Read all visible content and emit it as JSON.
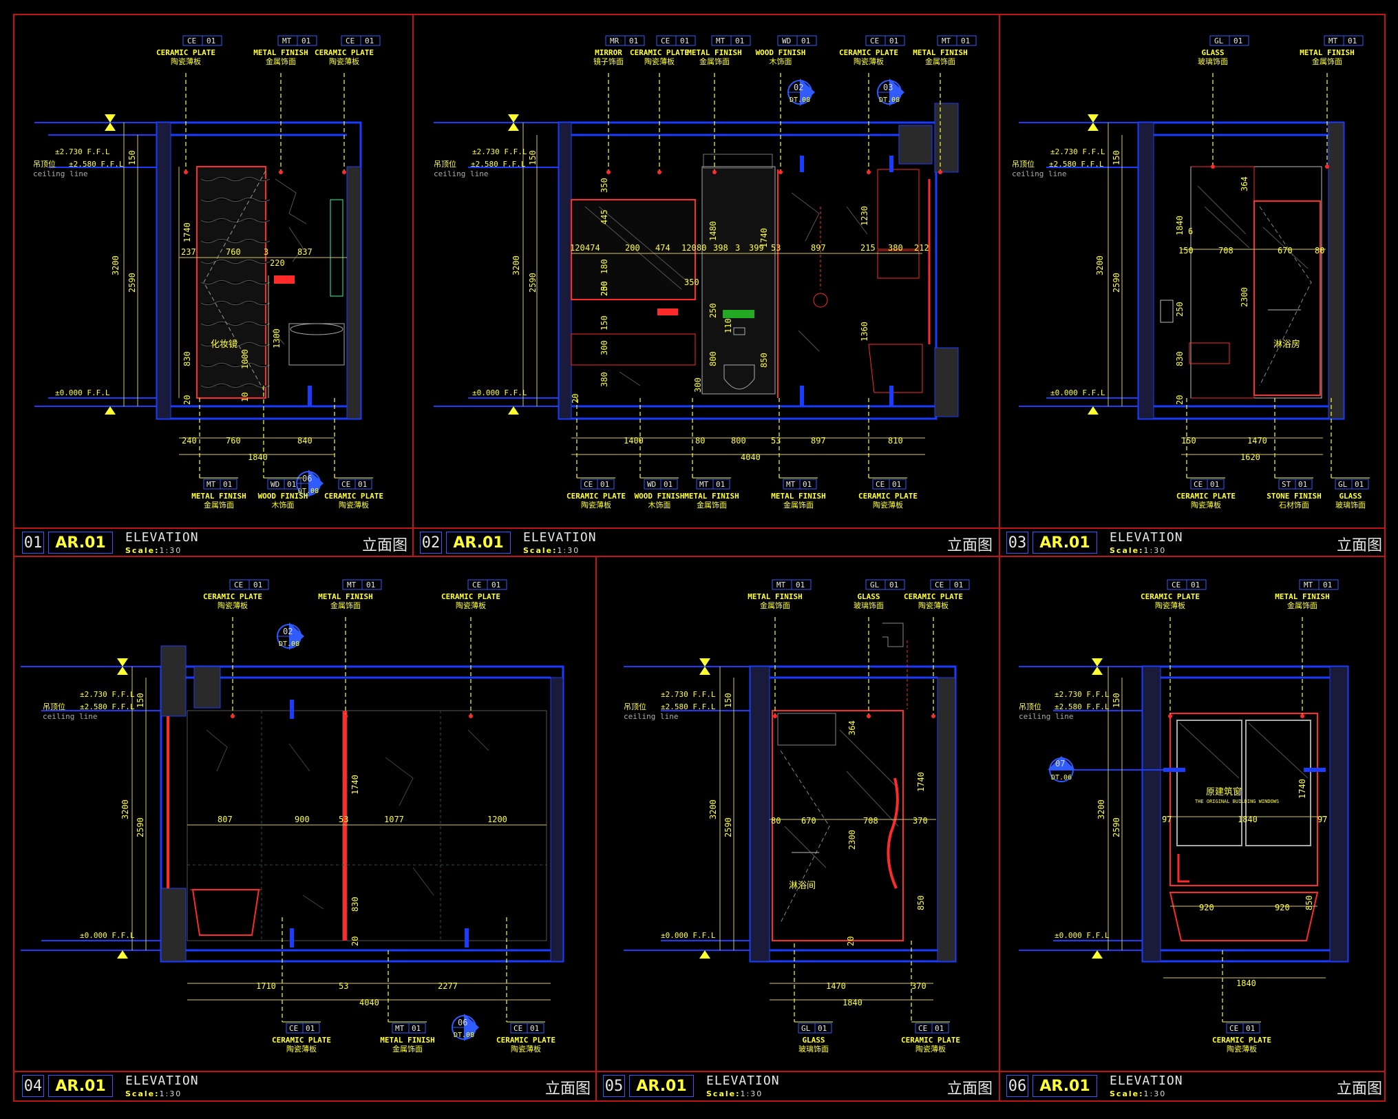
{
  "colors": {
    "frame": "#c01515",
    "wall": "#1a3cff",
    "dim": "#d8c85a",
    "tag": "#ffff33",
    "red": "#ff2a2a",
    "text": "#e8e8e8"
  },
  "common": {
    "elevation": "ELEVATION",
    "scale_label": "Scale:",
    "scale_value": "1:30",
    "title_cn": "立面图",
    "ceiling_cn": "吊顶位",
    "ceiling_line": "ceiling line",
    "lvl_top": "±2.730 F.F.L",
    "lvl_ceil": "±2.580 F.F.L",
    "lvl_floor": "±0.000 F.F.L"
  },
  "panels": [
    {
      "num": "01",
      "code": "AR.01",
      "tags_top": [
        {
          "code": "CE",
          "no": "01",
          "en": "CERAMIC PLATE",
          "cn": "陶瓷薄板"
        },
        {
          "code": "MT",
          "no": "01",
          "en": "METAL FINISH",
          "cn": "金属饰面"
        },
        {
          "code": "CE",
          "no": "01",
          "en": "CERAMIC PLATE",
          "cn": "陶瓷薄板"
        }
      ],
      "tags_bottom": [
        {
          "code": "MT",
          "no": "01",
          "en": "METAL FINISH",
          "cn": "金属饰面"
        },
        {
          "code": "WD",
          "no": "01",
          "en": "WOOD FINISH",
          "cn": "木饰面"
        },
        {
          "code": "CE",
          "no": "01",
          "en": "CERAMIC PLATE",
          "cn": "陶瓷薄板"
        }
      ],
      "callout": {
        "no": "06",
        "ref": "DT.08"
      },
      "dims_h": [
        "237",
        "760",
        "3",
        "837",
        "220"
      ],
      "dims_bottom": [
        "240",
        "760",
        "840"
      ],
      "total": "1840",
      "dims_v": [
        "150",
        "1740",
        "830",
        "3200",
        "2590",
        "1300",
        "1000",
        "10",
        "20"
      ],
      "room_label": "化妆镜"
    },
    {
      "num": "02",
      "code": "AR.01",
      "tags_top": [
        {
          "code": "MR",
          "no": "01",
          "en": "MIRROR",
          "cn": "镜子饰面"
        },
        {
          "code": "CE",
          "no": "01",
          "en": "CERAMIC PLATE",
          "cn": "陶瓷薄板"
        },
        {
          "code": "MT",
          "no": "01",
          "en": "METAL FINISH",
          "cn": "金属饰面"
        },
        {
          "code": "WD",
          "no": "01",
          "en": "WOOD FINISH",
          "cn": "木饰面"
        },
        {
          "code": "CE",
          "no": "01",
          "en": "CERAMIC PLATE",
          "cn": "陶瓷薄板"
        },
        {
          "code": "MT",
          "no": "01",
          "en": "METAL FINISH",
          "cn": "金属饰面"
        }
      ],
      "tags_bottom": [
        {
          "code": "CE",
          "no": "01",
          "en": "CERAMIC PLATE",
          "cn": "陶瓷薄板"
        },
        {
          "code": "WD",
          "no": "01",
          "en": "WOOD FINISH",
          "cn": "木饰面"
        },
        {
          "code": "MT",
          "no": "01",
          "en": "METAL FINISH",
          "cn": "金属饰面"
        },
        {
          "code": "MT",
          "no": "01",
          "en": "METAL FINISH",
          "cn": "金属饰面"
        },
        {
          "code": "CE",
          "no": "01",
          "en": "CERAMIC PLATE",
          "cn": "陶瓷薄板"
        }
      ],
      "callouts": [
        {
          "no": "02",
          "ref": "DT.08"
        },
        {
          "no": "03",
          "ref": "DT.08"
        }
      ],
      "dims_h": [
        "120",
        "474",
        "200",
        "474",
        "120",
        "80",
        "398",
        "3",
        "399",
        "53",
        "897",
        "215",
        "380",
        "212"
      ],
      "dims_bottom": [
        "1400",
        "80",
        "800",
        "53",
        "897",
        "810"
      ],
      "total": "4040",
      "dims_v": [
        "150",
        "350",
        "445",
        "250",
        "180",
        "200",
        "150",
        "300",
        "380",
        "20",
        "3200",
        "2590",
        "1480",
        "250",
        "110",
        "800",
        "300",
        "1740",
        "850",
        "1230",
        "1360",
        "350"
      ]
    },
    {
      "num": "03",
      "code": "AR.01",
      "tags_top": [
        {
          "code": "GL",
          "no": "01",
          "en": "GLASS",
          "cn": "玻璃饰面"
        },
        {
          "code": "MT",
          "no": "01",
          "en": "METAL FINISH",
          "cn": "金属饰面"
        }
      ],
      "tags_bottom": [
        {
          "code": "CE",
          "no": "01",
          "en": "CERAMIC PLATE",
          "cn": "陶瓷薄板"
        },
        {
          "code": "ST",
          "no": "01",
          "en": "STONE FINISH",
          "cn": "石材饰面"
        },
        {
          "code": "GL",
          "no": "01",
          "en": "GLASS",
          "cn": "玻璃饰面"
        }
      ],
      "dims_h": [
        "150",
        "708",
        "670",
        "80"
      ],
      "dims_bottom": [
        "150",
        "1470"
      ],
      "total": "1620",
      "dims_v": [
        "150",
        "1840",
        "6",
        "364",
        "3200",
        "2590",
        "250",
        "830",
        "2300",
        "20"
      ],
      "room_label": "淋浴房"
    },
    {
      "num": "04",
      "code": "AR.01",
      "tags_top": [
        {
          "code": "CE",
          "no": "01",
          "en": "CERAMIC PLATE",
          "cn": "陶瓷薄板"
        },
        {
          "code": "MT",
          "no": "01",
          "en": "METAL FINISH",
          "cn": "金属饰面"
        },
        {
          "code": "CE",
          "no": "01",
          "en": "CERAMIC PLATE",
          "cn": "陶瓷薄板"
        }
      ],
      "tags_bottom": [
        {
          "code": "CE",
          "no": "01",
          "en": "CERAMIC PLATE",
          "cn": "陶瓷薄板"
        },
        {
          "code": "MT",
          "no": "01",
          "en": "METAL FINISH",
          "cn": "金属饰面"
        },
        {
          "code": "CE",
          "no": "01",
          "en": "CERAMIC PLATE",
          "cn": "陶瓷薄板"
        }
      ],
      "callouts": [
        {
          "no": "02",
          "ref": "DT.08"
        },
        {
          "no": "06",
          "ref": "DT.08"
        }
      ],
      "dims_h": [
        "807",
        "900",
        "53",
        "1077",
        "1200"
      ],
      "dims_bottom": [
        "1710",
        "53",
        "2277"
      ],
      "total": "4040",
      "dims_v": [
        "150",
        "3200",
        "2590",
        "1740",
        "830",
        "20"
      ]
    },
    {
      "num": "05",
      "code": "AR.01",
      "tags_top": [
        {
          "code": "MT",
          "no": "01",
          "en": "METAL FINISH",
          "cn": "金属饰面"
        },
        {
          "code": "GL",
          "no": "01",
          "en": "GLASS",
          "cn": "玻璃饰面"
        },
        {
          "code": "CE",
          "no": "01",
          "en": "CERAMIC PLATE",
          "cn": "陶瓷薄板"
        }
      ],
      "tags_bottom": [
        {
          "code": "GL",
          "no": "01",
          "en": "GLASS",
          "cn": "玻璃饰面"
        },
        {
          "code": "CE",
          "no": "01",
          "en": "CERAMIC PLATE",
          "cn": "陶瓷薄板"
        }
      ],
      "dims_h": [
        "80",
        "670",
        "708",
        "370"
      ],
      "dims_bottom": [
        "1470",
        "370"
      ],
      "total": "1840",
      "dims_v": [
        "150",
        "364",
        "3200",
        "2590",
        "2300",
        "1740",
        "850",
        "20"
      ],
      "room_label": "淋浴间"
    },
    {
      "num": "06",
      "code": "AR.01",
      "tags_top": [
        {
          "code": "CE",
          "no": "01",
          "en": "CERAMIC PLATE",
          "cn": "陶瓷薄板"
        },
        {
          "code": "MT",
          "no": "01",
          "en": "METAL FINISH",
          "cn": "金属饰面"
        }
      ],
      "tags_bottom": [
        {
          "code": "CE",
          "no": "01",
          "en": "CERAMIC PLATE",
          "cn": "陶瓷薄板"
        }
      ],
      "callout": {
        "no": "07",
        "ref": "DT.06"
      },
      "dims_h": [
        "97",
        "1840",
        "97",
        "920",
        "920"
      ],
      "dims_bottom": [],
      "total": "1840",
      "dims_v": [
        "150",
        "3200",
        "2590",
        "1740",
        "850"
      ],
      "room_label": "原建筑窗",
      "room_sub": "THE ORIGINAL BUILDING WINDOWS"
    }
  ]
}
